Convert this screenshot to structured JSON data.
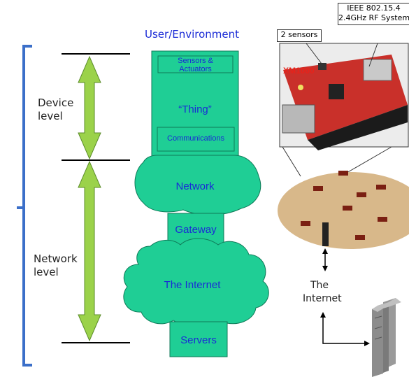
{
  "diagram": {
    "top_label": "User/Environment",
    "device_level": "Device\nlevel",
    "network_level": "Network\nlevel",
    "sensors_actuators": "Sensors &\nActuators",
    "thing": "“Thing”",
    "communications": "Communications",
    "network": "Network",
    "gateway": "Gateway",
    "internet": "The Internet",
    "servers": "Servers"
  },
  "photo": {
    "xm_label": "XM1000",
    "callout_sensors": "2 sensors",
    "callout_radio": "IEEE 802.15.4\n2.4GHz RF System",
    "internet_label": "The\nInternet"
  },
  "colors": {
    "teal": "#1fce95",
    "arrow_fill": "#9bd24a",
    "bracket": "#3b6fc9",
    "text_blue": "#1a2bd6",
    "field": "#d8b88a"
  }
}
